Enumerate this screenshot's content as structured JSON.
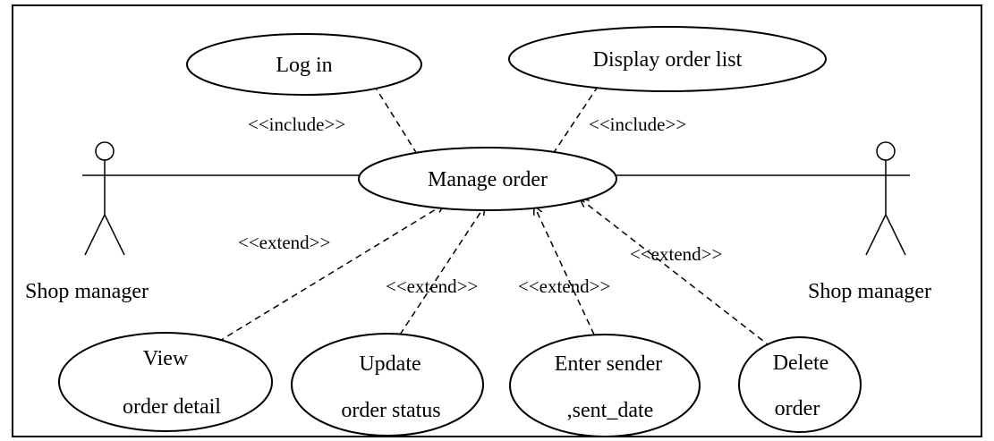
{
  "diagram": {
    "actors": {
      "left": "Shop manager",
      "right": "Shop manager"
    },
    "use_cases": {
      "login": "Log in",
      "display_order_list": "Display order list",
      "manage_order": "Manage order",
      "view_detail": {
        "line1": "View",
        "line2": "order detail"
      },
      "update_status": {
        "line1": "Update",
        "line2": "order status"
      },
      "enter_sender": {
        "line1": "Enter sender",
        "line2": ",sent_date"
      },
      "delete_order": {
        "line1": "Delete",
        "line2": "order"
      }
    },
    "relations": {
      "include_login": "<<include>>",
      "include_display": "<<include>>",
      "extend_view": "<<extend>>",
      "extend_update": "<<extend>>",
      "extend_sender": "<<extend>>",
      "extend_delete": "<<extend>>"
    }
  }
}
